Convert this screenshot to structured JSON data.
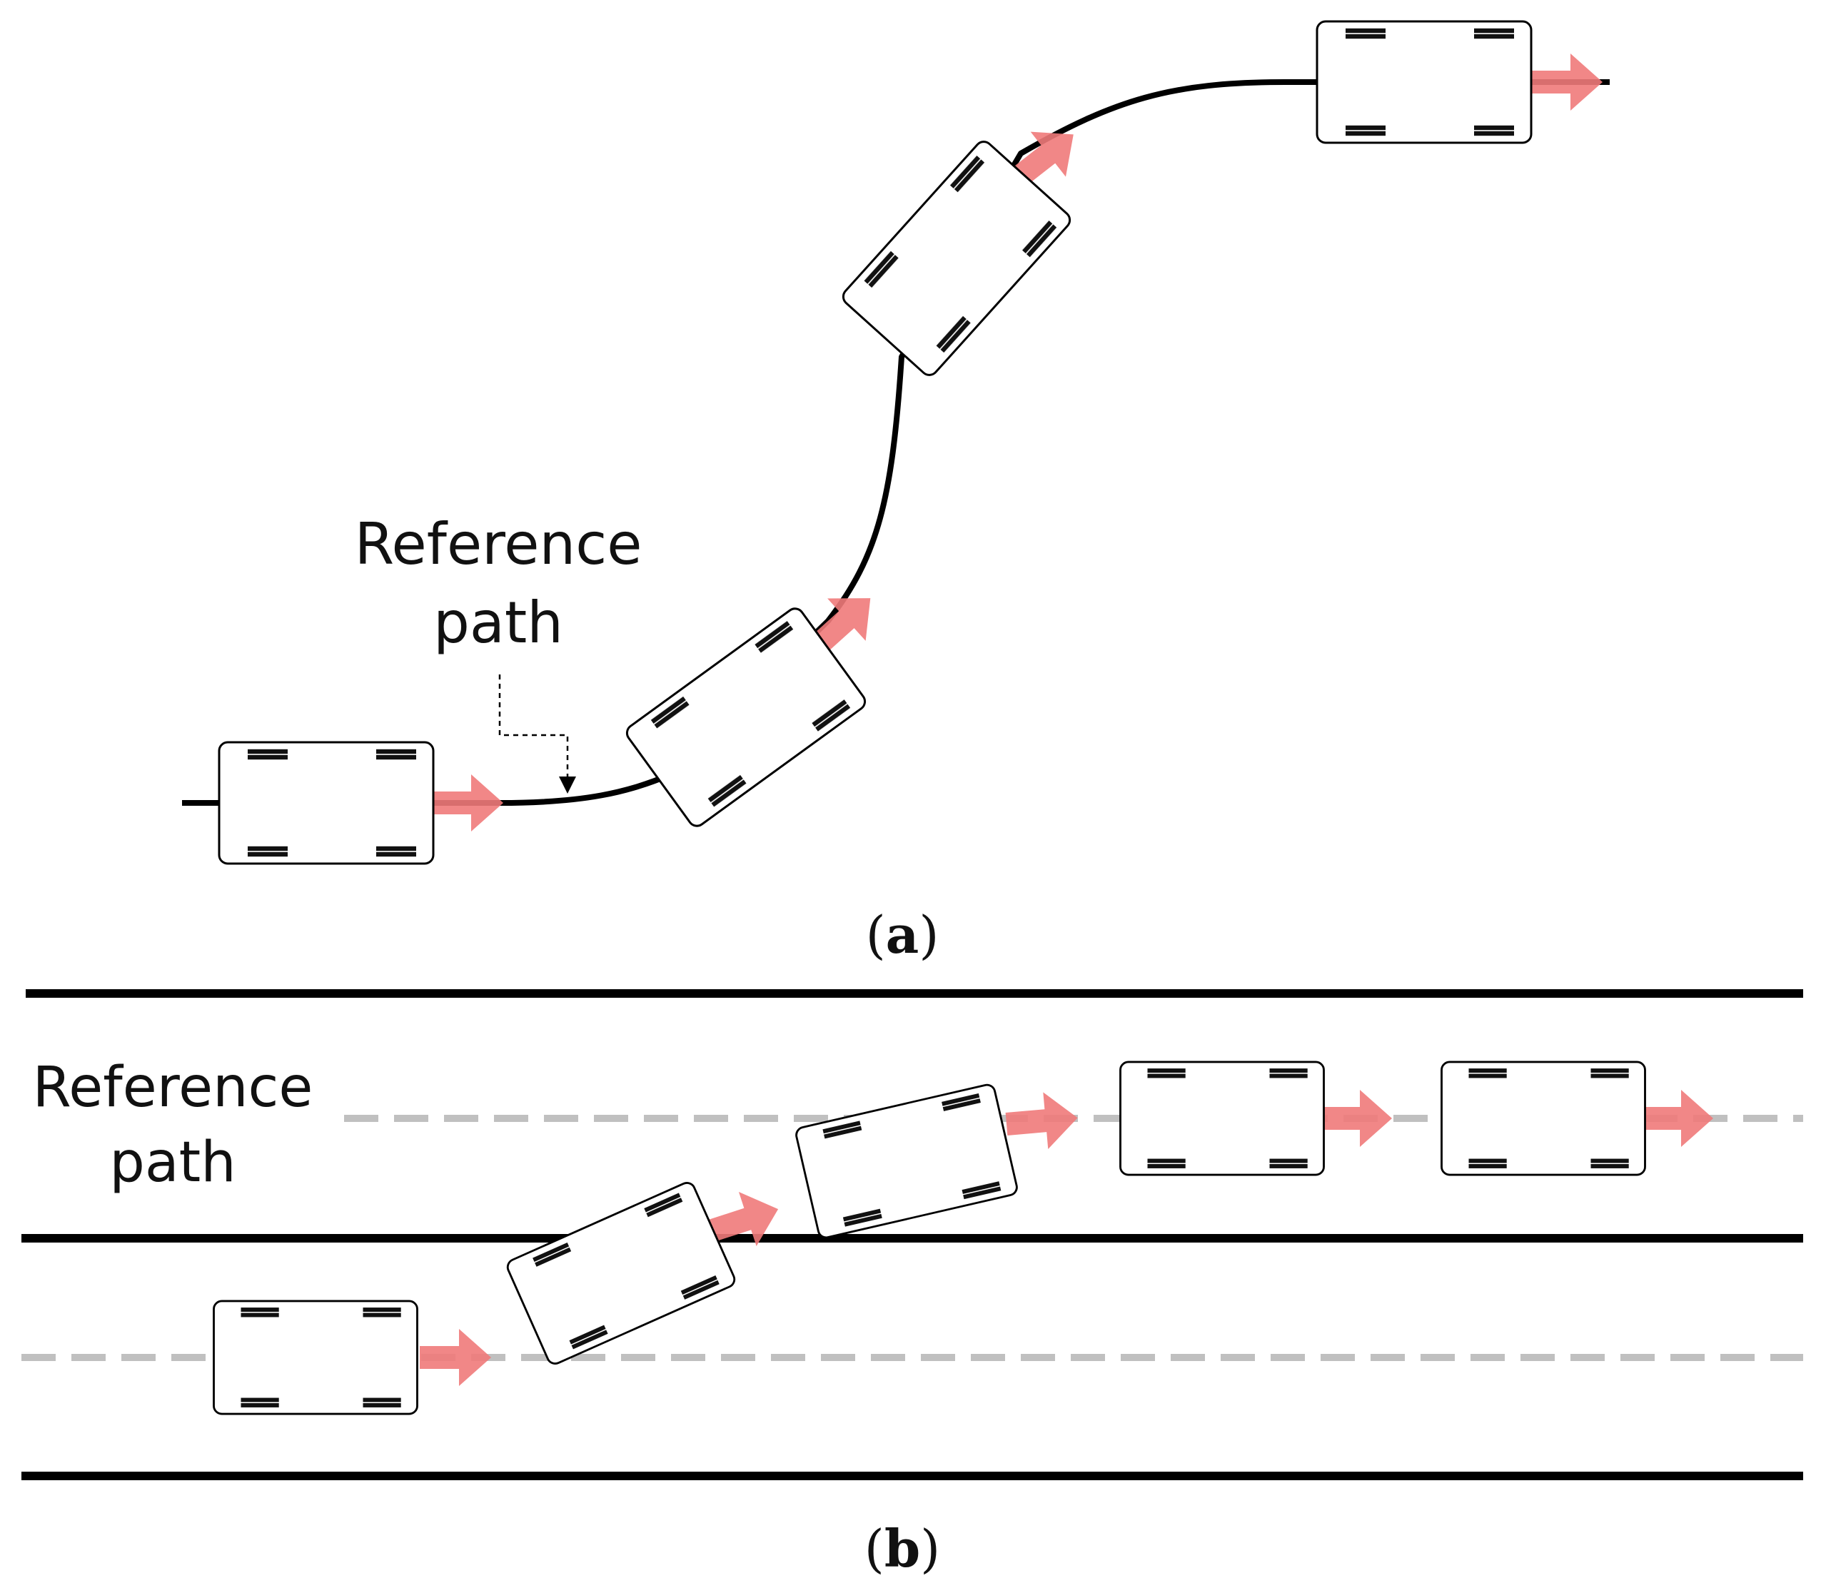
{
  "panel_a": {
    "label_line1": "Reference",
    "label_line2": "path",
    "caption_open": "(",
    "caption_letter": "a",
    "caption_close": ")"
  },
  "panel_b": {
    "label_line1": "Reference",
    "label_line2": "path",
    "caption_open": "(",
    "caption_letter": "b",
    "caption_close": ")"
  },
  "colors": {
    "path": "#000000",
    "heading_arrow": "#f07a7a",
    "lane_dash": "#c0c0c0",
    "road_edge": "#000000",
    "car_body": "#ffffff"
  },
  "icons": [
    "car-icon",
    "heading-arrow-icon",
    "wheel-icon"
  ]
}
